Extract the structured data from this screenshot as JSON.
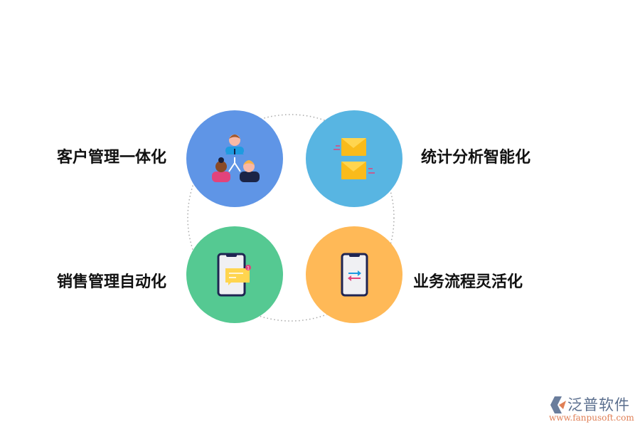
{
  "features": [
    {
      "label": "客户管理一体化",
      "color": "#5f95e6",
      "icon": "team-hierarchy-icon"
    },
    {
      "label": "统计分析智能化",
      "color": "#58b5e2",
      "icon": "envelopes-icon"
    },
    {
      "label": "销售管理自动化",
      "color": "#55c992",
      "icon": "phone-message-icon"
    },
    {
      "label": "业务流程灵活化",
      "color": "#ffb957",
      "icon": "phone-transfer-icon"
    }
  ],
  "notification_count": "1",
  "logo": {
    "name": "泛普软件",
    "url": "www.fanpusoft.com"
  }
}
